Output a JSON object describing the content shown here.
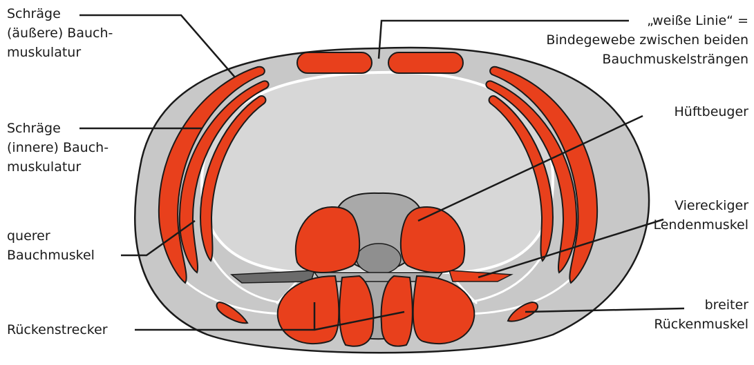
{
  "labels": {
    "external_oblique": [
      "Schräge",
      "(äußere) Bauch-",
      "muskulatur"
    ],
    "internal_oblique": [
      "Schräge",
      "(innere) Bauch-",
      "muskulatur"
    ],
    "transverse": [
      "querer",
      "Bauchmuskel"
    ],
    "erector_spinae": [
      "Rückenstrecker"
    ],
    "linea_alba": [
      "„weiße Linie“ =",
      "Bindegewebe zwischen beiden",
      "Bauchmuskelsträngen"
    ],
    "hip_flexor": [
      "Hüftbeuger"
    ],
    "quadratus": [
      "Viereckiger",
      "Lendenmuskel"
    ],
    "latissimus": [
      "breiter",
      "Rückenmuskel"
    ]
  },
  "colors": {
    "muscle": "#e8401c",
    "body": "#c8c8c8",
    "cavity": "#d7d7d7",
    "bone": "#a9a9a9",
    "spinal_canal": "#8f8f8f",
    "fascia": "#ffffff",
    "outline": "#1a1a1a"
  }
}
